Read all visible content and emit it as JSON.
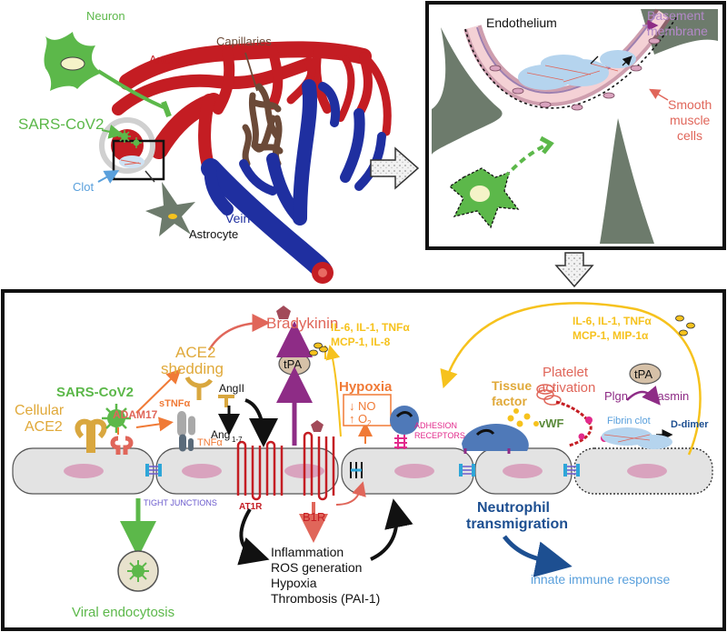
{
  "brain": {
    "neuron": "Neuron",
    "artery": "Artery",
    "capillaries": "Capillaries",
    "sars": "SARS-CoV2",
    "clot": "Clot",
    "astrocyte": "Astrocyte",
    "vein": "Vein"
  },
  "inset": {
    "endothelium": "Endothelium",
    "basement_1": "Basement",
    "basement_2": "membrane",
    "smooth_1": "Smooth",
    "smooth_2": "muscle",
    "smooth_3": "cells"
  },
  "bottom": {
    "bradykinin": "Bradykinin",
    "tpa": "tPA",
    "ace2_shedding_1": "ACE2",
    "ace2_shedding_2": "shedding",
    "cytokines_left_1": "IL-6, IL-1, TNFα",
    "cytokines_left_2": "MCP-1, IL-8",
    "cytokines_right_1": "IL-6, IL-1, TNFα",
    "cytokines_right_2": "MCP-1, MIP-1α",
    "tpa_right": "tPA",
    "sars": "SARS-CoV2",
    "cellular_ace2_1": "Cellular",
    "cellular_ace2_2": "ACE2",
    "adam17": "ADAM17",
    "stnfa": "sTNFα",
    "tnfa": "TNFα",
    "angii": "AngII",
    "ang17": "Ang",
    "ang17_sub": "1-7",
    "hypoxia": "Hypoxia",
    "no": "NO",
    "o2": "O",
    "o2_sub": "2",
    "tissue_factor_1": "Tissue",
    "tissue_factor_2": "factor",
    "platelet_1": "Platelet",
    "platelet_2": "activation",
    "plgn": "Plgn",
    "plasmin": "Plasmin",
    "adhesion_1": "ADHESION",
    "adhesion_2": "RECEPTORS",
    "vwf": "vWF",
    "fibrin": "Fibrin clot",
    "ddimer": "D-dimer",
    "tight": "TIGHT JUNCTIONS",
    "at1r": "AT1R",
    "b1r": "B1R",
    "neutro_1": "Neutrophil",
    "neutro_2": "transmigration",
    "effects": [
      "Inflammation",
      "ROS generation",
      "Hypoxia",
      "Thrombosis (PAI-1)"
    ],
    "innate": "innate immune response",
    "viral": "Viral endocytosis"
  },
  "colors": {
    "red": "#c41d23",
    "blue": "#1f2fa0",
    "green": "#5cb84a",
    "orange": "#f07a36",
    "yellow": "#f6c21d",
    "gold": "#e0a93a",
    "purple": "#8e2c86",
    "navy": "#1d4f91",
    "endothelium": "#e3e3e3",
    "nucleus": "#d9a3be"
  }
}
